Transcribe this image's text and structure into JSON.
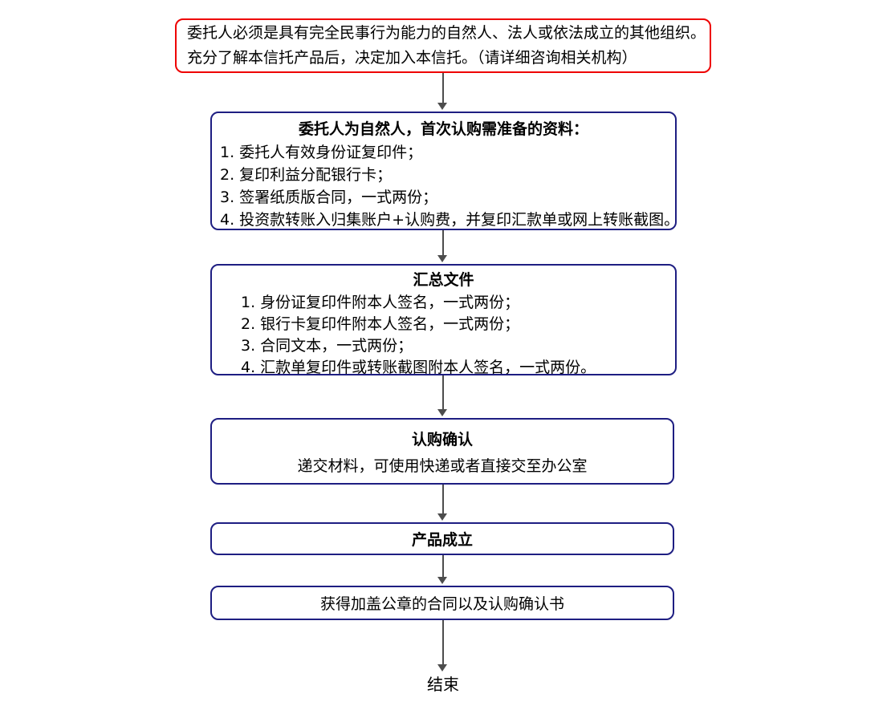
{
  "palette": {
    "start-border": "#ee0000",
    "process-border": "#1e1e82",
    "arrow": "#4d4d4d",
    "text": "#000000"
  },
  "flow": {
    "start": {
      "lines": [
        "委托人必须是具有完全民事行为能力的自然人、法人或依法成立的其他组织。",
        "充分了解本信托产品后，决定加入本信托。（请详细咨询相关机构）"
      ]
    },
    "prepare": {
      "title": "委托人为自然人，首次认购需准备的资料：",
      "items": [
        "1. 委托人有效身份证复印件；",
        "2. 复印利益分配银行卡；",
        "3. 签署纸质版合同，一式两份；",
        "4. 投资款转账入归集账户+认购费，并复印汇款单或网上转账截图。"
      ]
    },
    "collect": {
      "title": "汇总文件",
      "items": [
        "1. 身份证复印件附本人签名，一式两份；",
        "2. 银行卡复印件附本人签名，一式两份；",
        "3. 合同文本，一式两份；",
        "4. 汇款单复印件或转账截图附本人签名，一式两份。"
      ]
    },
    "confirm": {
      "title": "认购确认",
      "subtitle": "递交材料，可使用快递或者直接交至办公室"
    },
    "established": {
      "title": "产品成立"
    },
    "obtain": {
      "title": "获得加盖公章的合同以及认购确认书"
    },
    "end_label": "结束"
  }
}
